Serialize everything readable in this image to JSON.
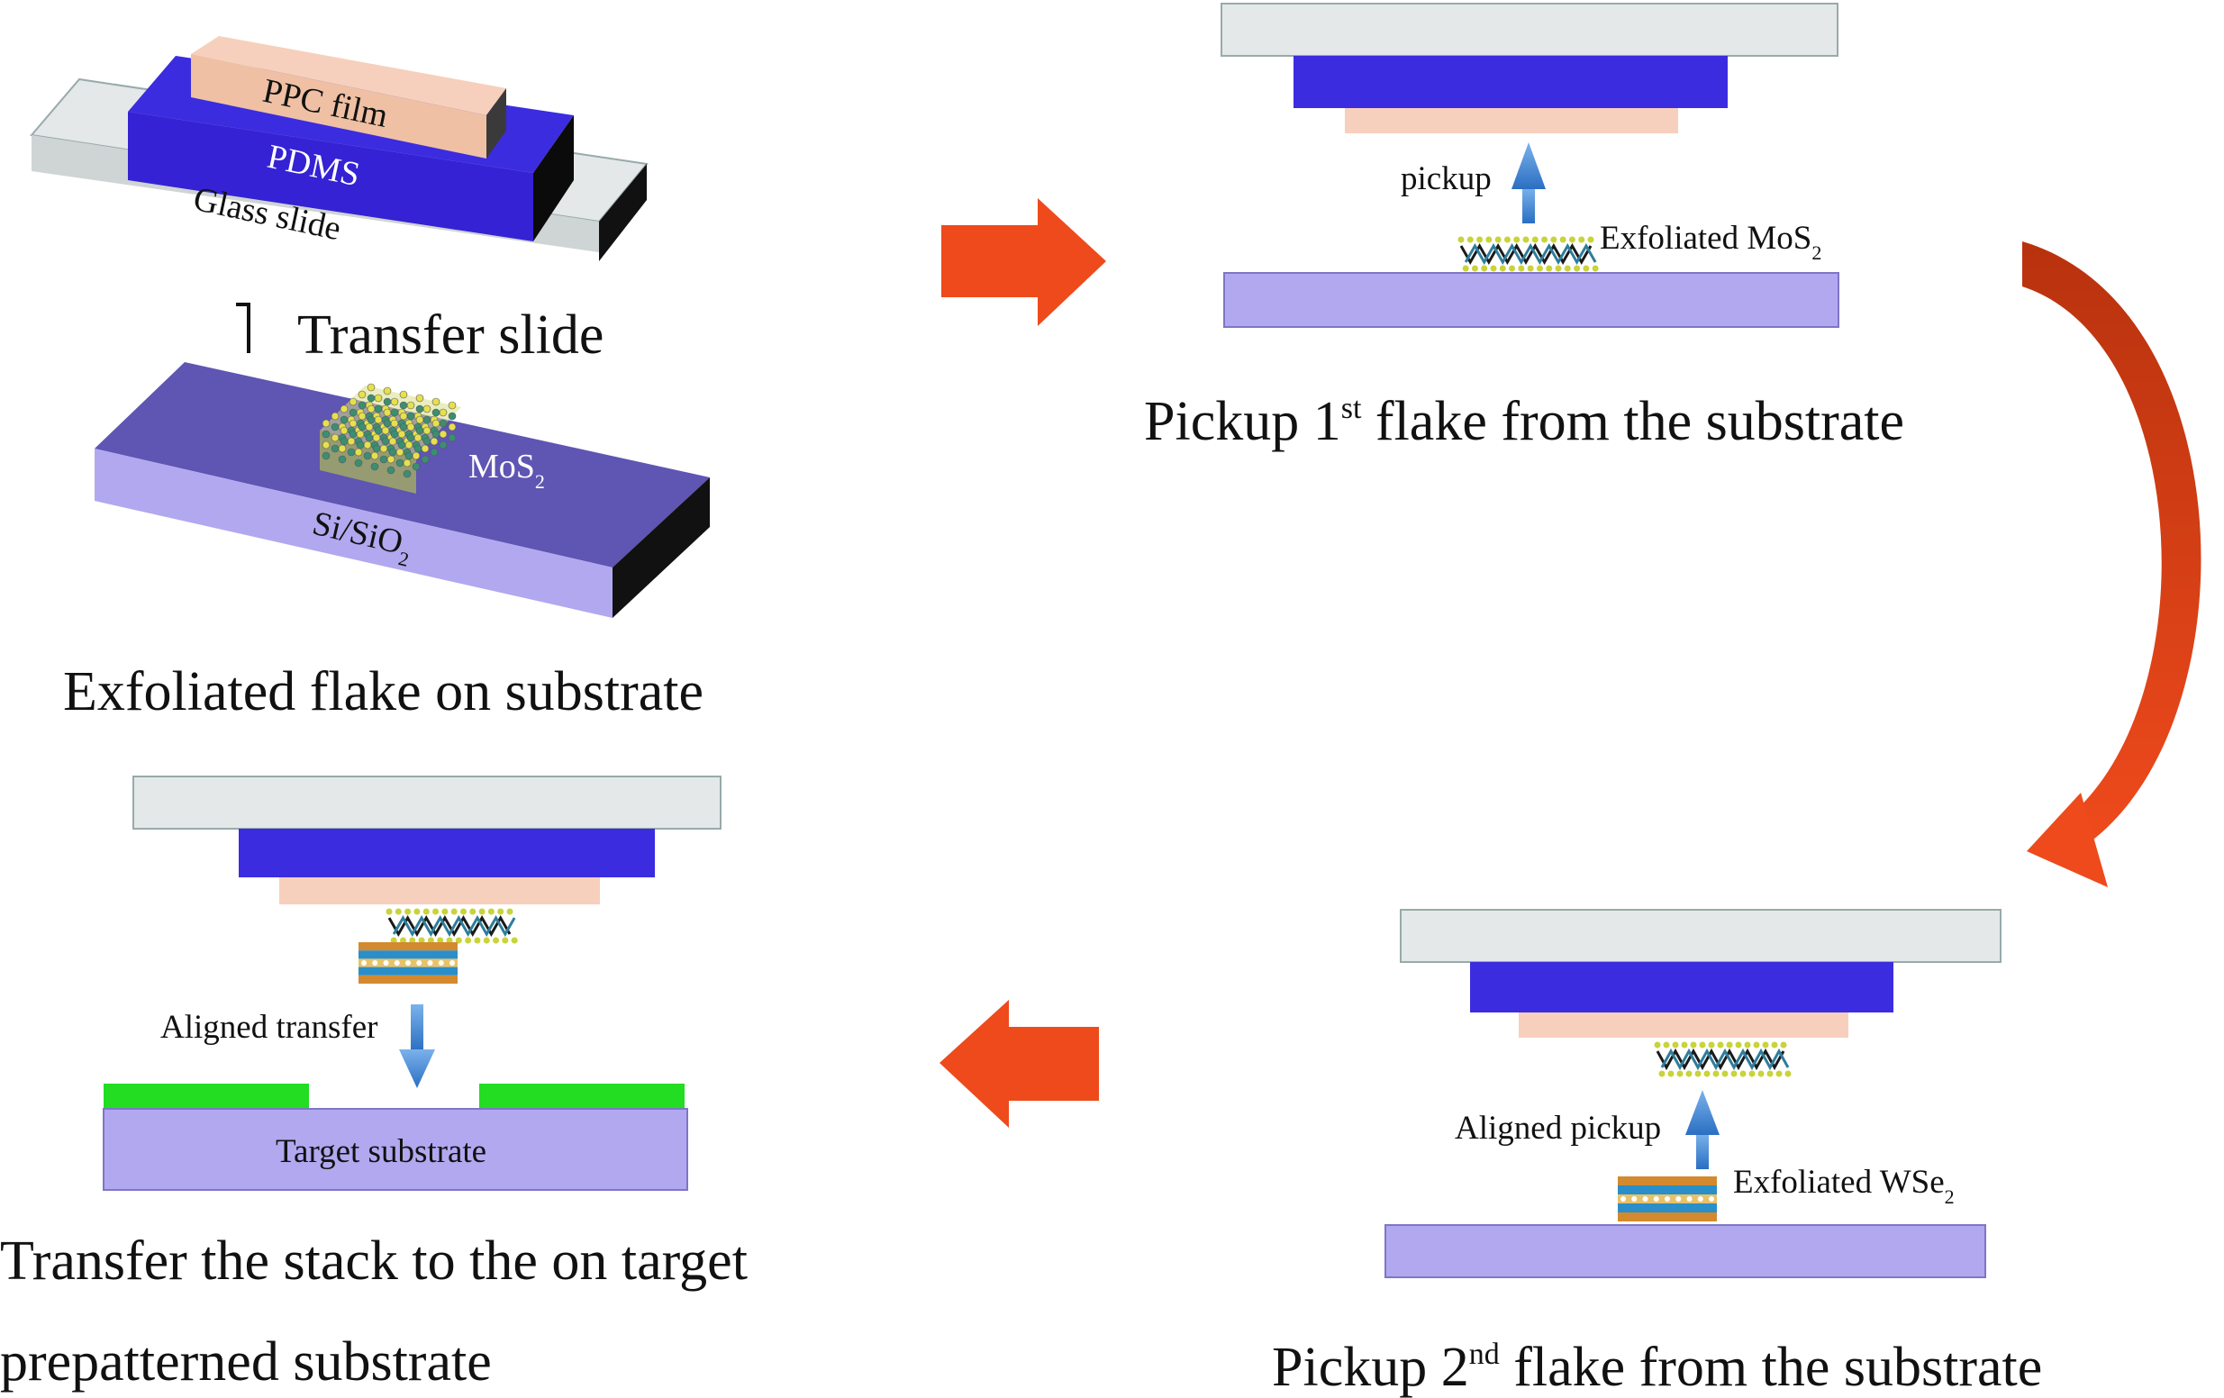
{
  "stage1": {
    "film_label": "PPC film",
    "pdms_label": "PDMS",
    "glass_label": "Glass slide",
    "transfer_label": "Transfer slide",
    "mos2_label_base": "MoS",
    "mos2_label_sub": "2",
    "substrate_label_base": "Si/SiO",
    "substrate_label_sub": "2",
    "caption": "Exfoliated flake on substrate"
  },
  "stage2": {
    "pickup_label": "pickup",
    "flake_label_base": "Exfoliated MoS",
    "flake_label_sub": "2",
    "caption_pre": "Pickup 1",
    "caption_sup": "st",
    "caption_post": " flake from the substrate"
  },
  "stage3": {
    "pickup_label": "Aligned pickup",
    "flake_label_base": "Exfoliated WSe",
    "flake_label_sub": "2",
    "caption_pre": "Pickup 2",
    "caption_sup": "nd",
    "caption_post": " flake from the substrate"
  },
  "stage4": {
    "transfer_label": "Aligned transfer",
    "target_label": "Target substrate",
    "caption_line1": "Transfer the stack to the on target",
    "caption_line2": "prepatterned substrate"
  },
  "colors": {
    "glass": "#e4e8e8",
    "pdms": "#3b2ce0",
    "ppc": "#f3c7b0",
    "substrate": "#b1a8f0",
    "substrate_top": "#6a5fb8",
    "electrode": "#22dd22",
    "arrow_orange": "#ee4a1c",
    "arrow_blue": "#3a86d6"
  }
}
